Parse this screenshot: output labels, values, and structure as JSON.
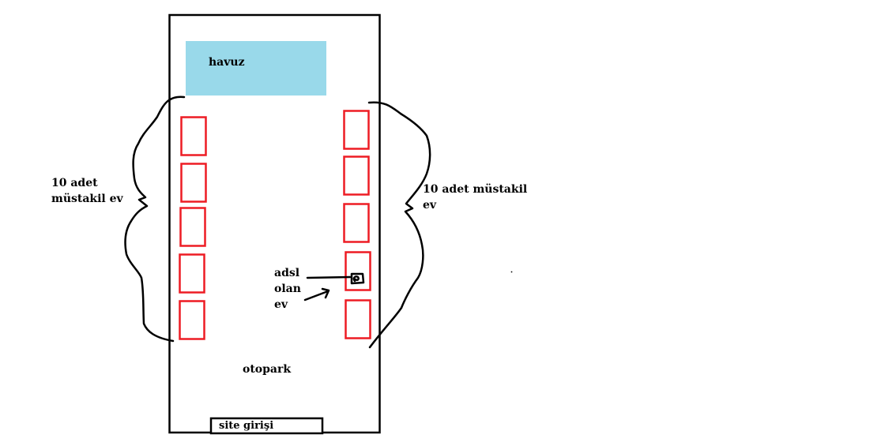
{
  "labels": {
    "pool": "havuz",
    "left_houses": [
      "10 adet",
      "müstakil ev"
    ],
    "right_houses": [
      "10 adet müstakil",
      "ev"
    ],
    "adsl": [
      "adsl",
      "olan",
      "ev"
    ],
    "parking": "otopark",
    "entrance": "site girişi"
  },
  "colors": {
    "background": "#ffffff",
    "outline": "#000000",
    "pool": "#99d9ea",
    "house": "#ed1c24"
  }
}
